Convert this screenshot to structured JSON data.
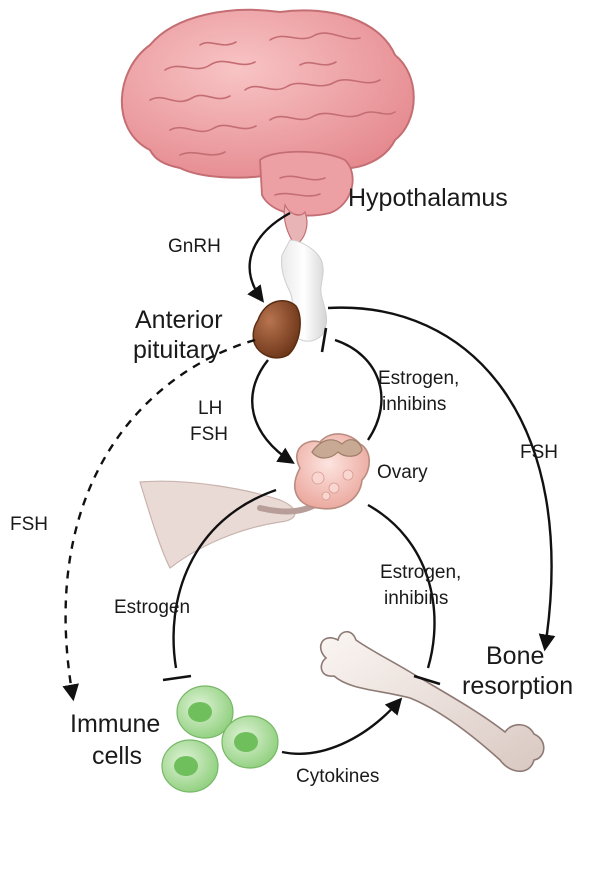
{
  "labels": {
    "hypothalamus": "Hypothalamus",
    "gnrh": "GnRH",
    "anterior_line1": "Anterior",
    "anterior_line2": "pituitary",
    "lh": "LH",
    "fsh_left_inner": "FSH",
    "estrogen_inhibins_top_1": "Estrogen,",
    "estrogen_inhibins_top_2": "inhibins",
    "ovary": "Ovary",
    "fsh_right": "FSH",
    "fsh_left": "FSH",
    "estrogen_left": "Estrogen",
    "estrogen_inhibins_bottom_1": "Estrogen,",
    "estrogen_inhibins_bottom_2": "inhibins",
    "bone_line1": "Bone",
    "bone_line2": "resorption",
    "immune_line1": "Immune",
    "immune_line2": "cells",
    "cytokines": "Cytokines"
  },
  "colors": {
    "arrow": "#111111",
    "brain": "#f2a3a6",
    "brain_outline": "#c46e74",
    "pituitary": "#8a4a2a",
    "ovary": "#f6c7c0",
    "immune_cell": "#a9d99a",
    "bone": "#efe4df"
  },
  "icons": [
    "brain-icon",
    "pituitary-icon",
    "ovary-icon",
    "uterus-icon",
    "bone-icon",
    "immune-cell-icon"
  ]
}
